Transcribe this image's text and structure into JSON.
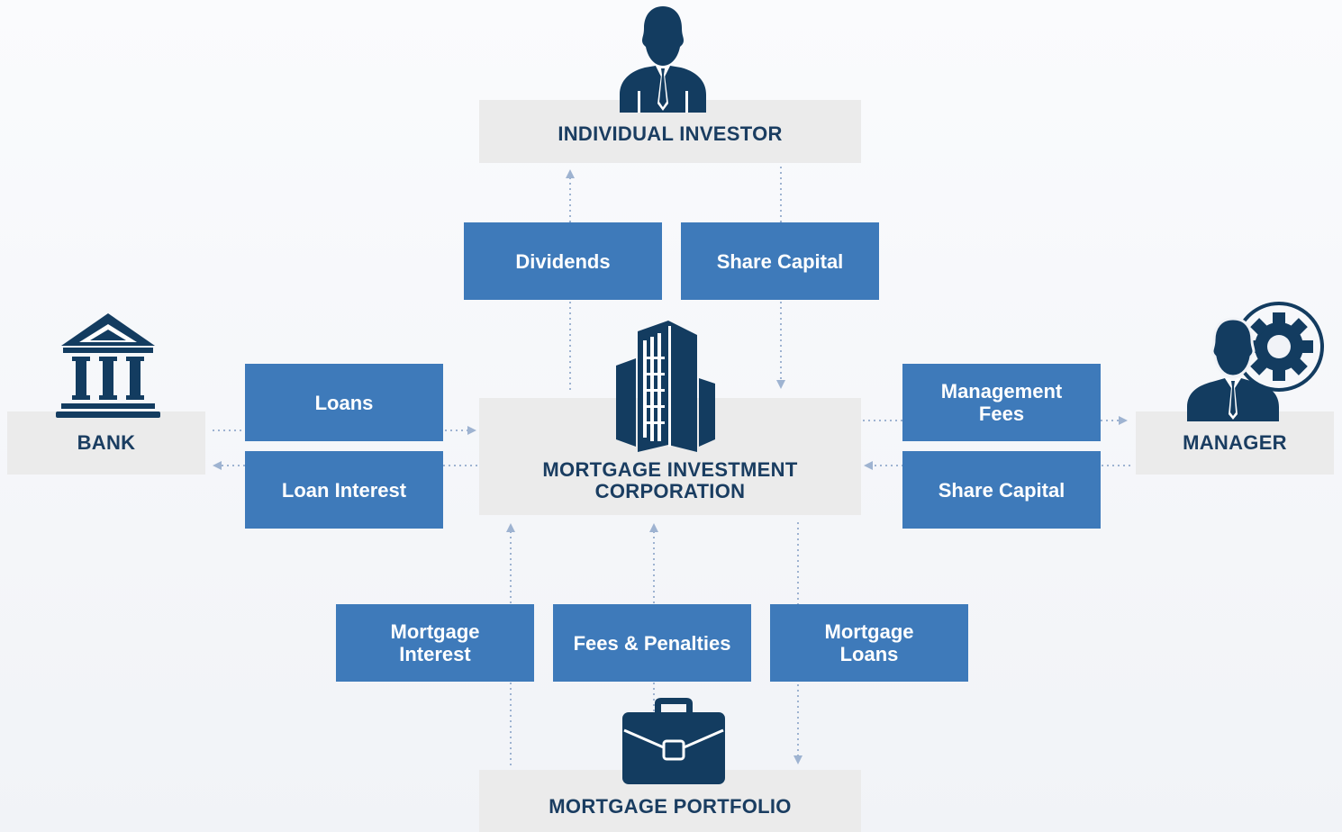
{
  "colors": {
    "navy": "#133c60",
    "blue_box": "#3e7aba",
    "gray_box": "#ebebeb",
    "arrow": "#9eb3d1"
  },
  "entities": {
    "investor": "INDIVIDUAL INVESTOR",
    "mic": "MORTGAGE INVESTMENT\nCORPORATION",
    "bank": "BANK",
    "manager": "MANAGER",
    "portfolio": "MORTGAGE PORTFOLIO"
  },
  "flows": {
    "dividends": "Dividends",
    "share_capital_investor": "Share Capital",
    "loans": "Loans",
    "loan_interest": "Loan Interest",
    "management_fees": "Management\nFees",
    "share_capital_manager": "Share Capital",
    "mortgage_interest": "Mortgage\nInterest",
    "fees_penalties": "Fees & Penalties",
    "mortgage_loans": "Mortgage\nLoans"
  },
  "icons": [
    "person-tie-icon",
    "bank-icon",
    "building-icon",
    "manager-gear-icon",
    "briefcase-icon"
  ]
}
